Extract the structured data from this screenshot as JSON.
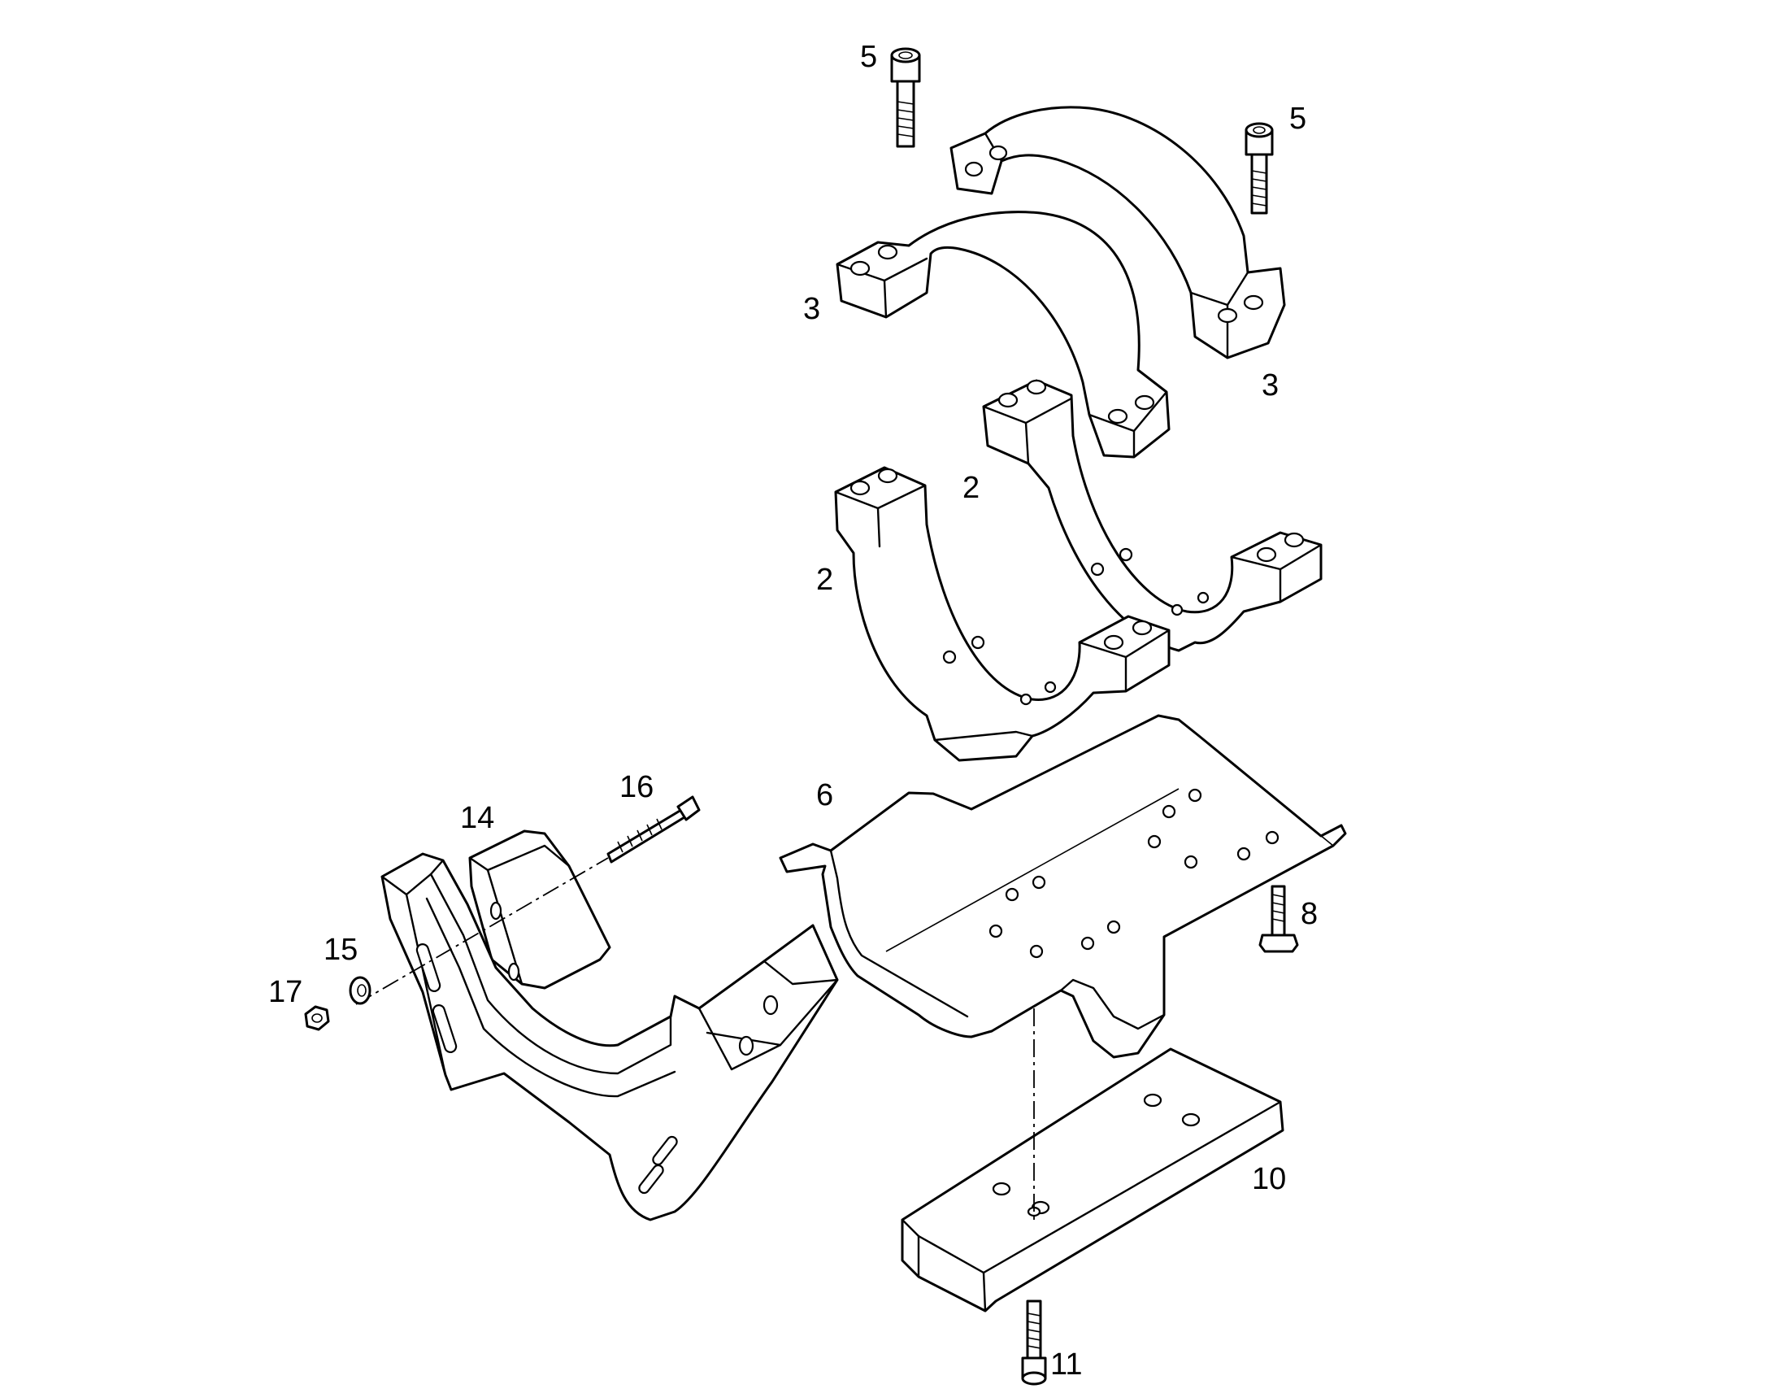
{
  "callouts": {
    "bolt_5_left": "5",
    "bolt_5_right": "5",
    "clamp_3_left": "3",
    "clamp_3_right": "3",
    "clamp_2_upper": "2",
    "clamp_2_lower": "2",
    "bolt_16": "16",
    "block_14": "14",
    "plate_6": "6",
    "bolt_8": "8",
    "washer_15": "15",
    "nut_17": "17",
    "block_10": "10",
    "bolt_11": "11"
  }
}
